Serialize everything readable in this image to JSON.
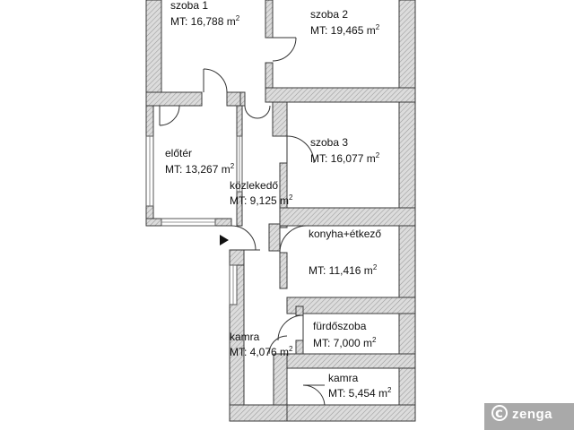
{
  "rooms": [
    {
      "id": "szoba1",
      "name": "szoba 1",
      "area": "MT: 16,788 m",
      "unit_exp": "2"
    },
    {
      "id": "szoba2",
      "name": "szoba 2",
      "area": "MT: 19,465 m",
      "unit_exp": "2"
    },
    {
      "id": "szoba3",
      "name": "szoba 3",
      "area": "MT: 16,077 m",
      "unit_exp": "2"
    },
    {
      "id": "eloter",
      "name": "előtér",
      "area": "MT: 13,267 m",
      "unit_exp": "2"
    },
    {
      "id": "kozlekedo",
      "name": "közlekedő",
      "area": "MT: 9,125 m",
      "unit_exp": "2"
    },
    {
      "id": "konyha",
      "name": "konyha+étkező",
      "area": "MT:  11,416 m",
      "unit_exp": "2"
    },
    {
      "id": "furdo",
      "name": "fürdőszoba",
      "area": "MT: 7,000 m",
      "unit_exp": "2"
    },
    {
      "id": "kamra1",
      "name": "kamra",
      "area": "MT: 4,076 m",
      "unit_exp": "2"
    },
    {
      "id": "kamra2",
      "name": "kamra",
      "area": "MT: 5,454 m",
      "unit_exp": "2"
    }
  ],
  "watermark": {
    "logo": "c",
    "text": "zenga"
  },
  "colors": {
    "wall_fill": "#d9d9d9",
    "wall_stroke": "#3a3a3a",
    "watermark_bg": "#9a9a9a"
  }
}
